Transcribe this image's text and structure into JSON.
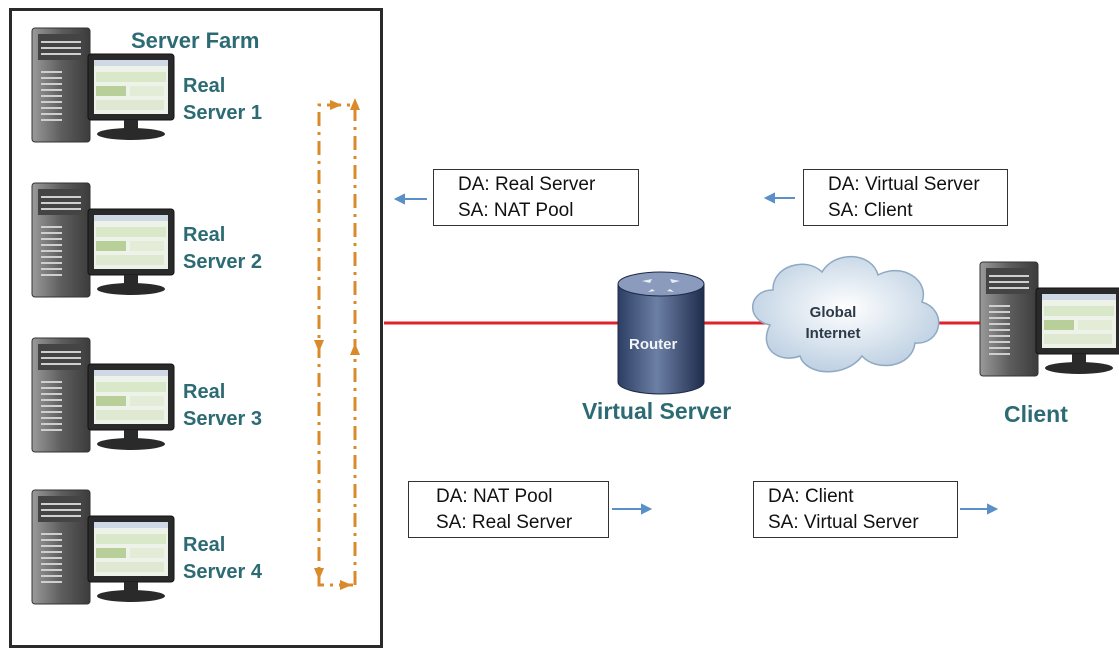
{
  "server_farm": {
    "title": "Server Farm",
    "servers": [
      {
        "line1": "Real",
        "line2": "Server 1"
      },
      {
        "line1": "Real",
        "line2": "Server 2"
      },
      {
        "line1": "Real",
        "line2": "Server 3"
      },
      {
        "line1": "Real",
        "line2": "Server 4"
      }
    ]
  },
  "packets": {
    "to_real_server": {
      "da": "DA: Real Server",
      "sa": "SA: NAT Pool"
    },
    "to_virtual_server": {
      "da": "DA: Virtual Server",
      "sa": "SA: Client"
    },
    "from_real_server": {
      "da": "DA: NAT Pool",
      "sa": "SA: Real Server"
    },
    "to_client": {
      "da": "DA: Client",
      "sa": "SA: Virtual Server"
    }
  },
  "router": {
    "label": "Router",
    "caption": "Virtual Server"
  },
  "cloud": {
    "line1": "Global",
    "line2": "Internet"
  },
  "client": {
    "label": "Client"
  },
  "colors": {
    "teal": "#2d6b74",
    "link": "#e0212b",
    "dashed_arrows": "#d98a2b",
    "flow_arrows": "#5b8fc7"
  }
}
